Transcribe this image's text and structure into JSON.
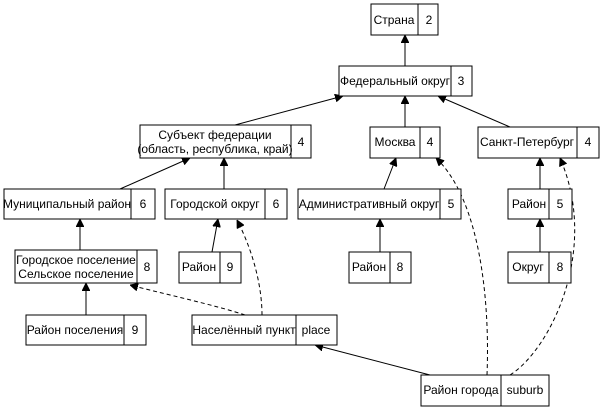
{
  "nodes": {
    "strana": {
      "label": "Страна",
      "level": "2"
    },
    "fed_okrug": {
      "label": "Федеральный округ",
      "level": "3"
    },
    "subekt_line1": {
      "label": "Субъект федерации"
    },
    "subekt_line2": {
      "label": "(область, республика, край)"
    },
    "subekt": {
      "level": "4"
    },
    "moskva": {
      "label": "Москва",
      "level": "4"
    },
    "spb": {
      "label": "Санкт-Петербург",
      "level": "4"
    },
    "mun_raion": {
      "label": "Муниципальный район",
      "level": "6"
    },
    "gor_okrug": {
      "label": "Городской округ",
      "level": "6"
    },
    "adm_okrug": {
      "label": "Административный округ",
      "level": "5"
    },
    "spb_raion": {
      "label": "Район",
      "level": "5"
    },
    "poselenie_line1": {
      "label": "Городское поселение"
    },
    "poselenie_line2": {
      "label": "Сельское поселение"
    },
    "poselenie": {
      "level": "8"
    },
    "go_raion": {
      "label": "Район",
      "level": "9"
    },
    "moskva_raion": {
      "label": "Район",
      "level": "8"
    },
    "spb_okrug": {
      "label": "Округ",
      "level": "8"
    },
    "raion_poselenia": {
      "label": "Район поселения",
      "level": "9"
    },
    "nas_punkt": {
      "label": "Населённый пункт",
      "level": "place"
    },
    "raion_goroda": {
      "label": "Район города",
      "level": "suburb"
    }
  }
}
